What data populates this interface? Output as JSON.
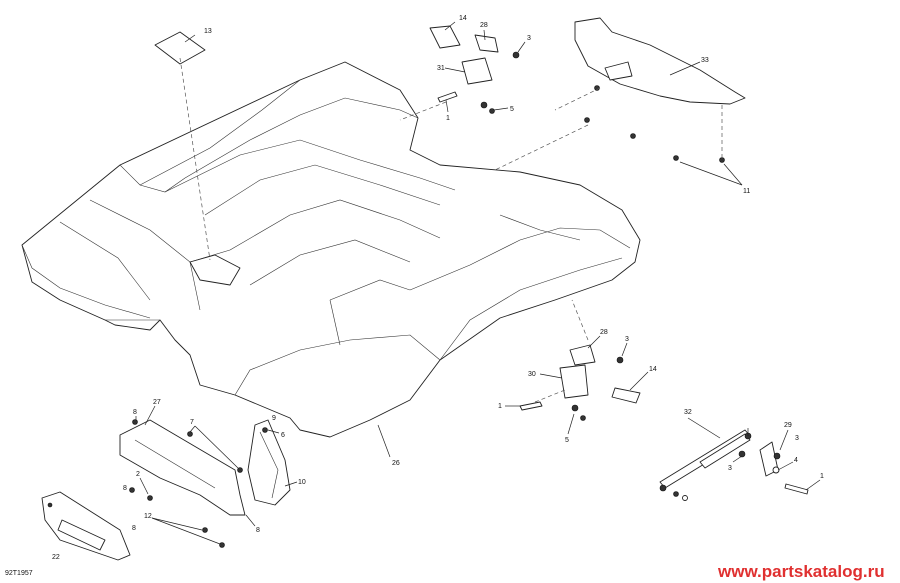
{
  "diagram": {
    "drawing_code": "92T1957",
    "watermark": "www.partskatalog.ru",
    "callouts": [
      {
        "id": "c13",
        "text": "13"
      },
      {
        "id": "c14a",
        "text": "14"
      },
      {
        "id": "c28a",
        "text": "28"
      },
      {
        "id": "c3a",
        "text": "3"
      },
      {
        "id": "c31",
        "text": "31"
      },
      {
        "id": "c1a",
        "text": "1"
      },
      {
        "id": "c5a",
        "text": "5"
      },
      {
        "id": "c33",
        "text": "33"
      },
      {
        "id": "c11",
        "text": "11"
      },
      {
        "id": "c28b",
        "text": "28"
      },
      {
        "id": "c3b",
        "text": "3"
      },
      {
        "id": "c30",
        "text": "30"
      },
      {
        "id": "c14b",
        "text": "14"
      },
      {
        "id": "c1b",
        "text": "1"
      },
      {
        "id": "c5b",
        "text": "5"
      },
      {
        "id": "c26",
        "text": "26"
      },
      {
        "id": "c27",
        "text": "27"
      },
      {
        "id": "c8a",
        "text": "8"
      },
      {
        "id": "c7",
        "text": "7"
      },
      {
        "id": "c9",
        "text": "9"
      },
      {
        "id": "c6",
        "text": "6"
      },
      {
        "id": "c10",
        "text": "10"
      },
      {
        "id": "c2",
        "text": "2"
      },
      {
        "id": "c8b",
        "text": "8"
      },
      {
        "id": "c12",
        "text": "12"
      },
      {
        "id": "c8c",
        "text": "8"
      },
      {
        "id": "c8d",
        "text": "8"
      },
      {
        "id": "c22",
        "text": "22"
      },
      {
        "id": "c32",
        "text": "32"
      },
      {
        "id": "c29",
        "text": "29"
      },
      {
        "id": "c3c",
        "text": "3"
      },
      {
        "id": "c3d",
        "text": "3"
      },
      {
        "id": "c4",
        "text": "4"
      },
      {
        "id": "c1c",
        "text": "1"
      }
    ]
  }
}
